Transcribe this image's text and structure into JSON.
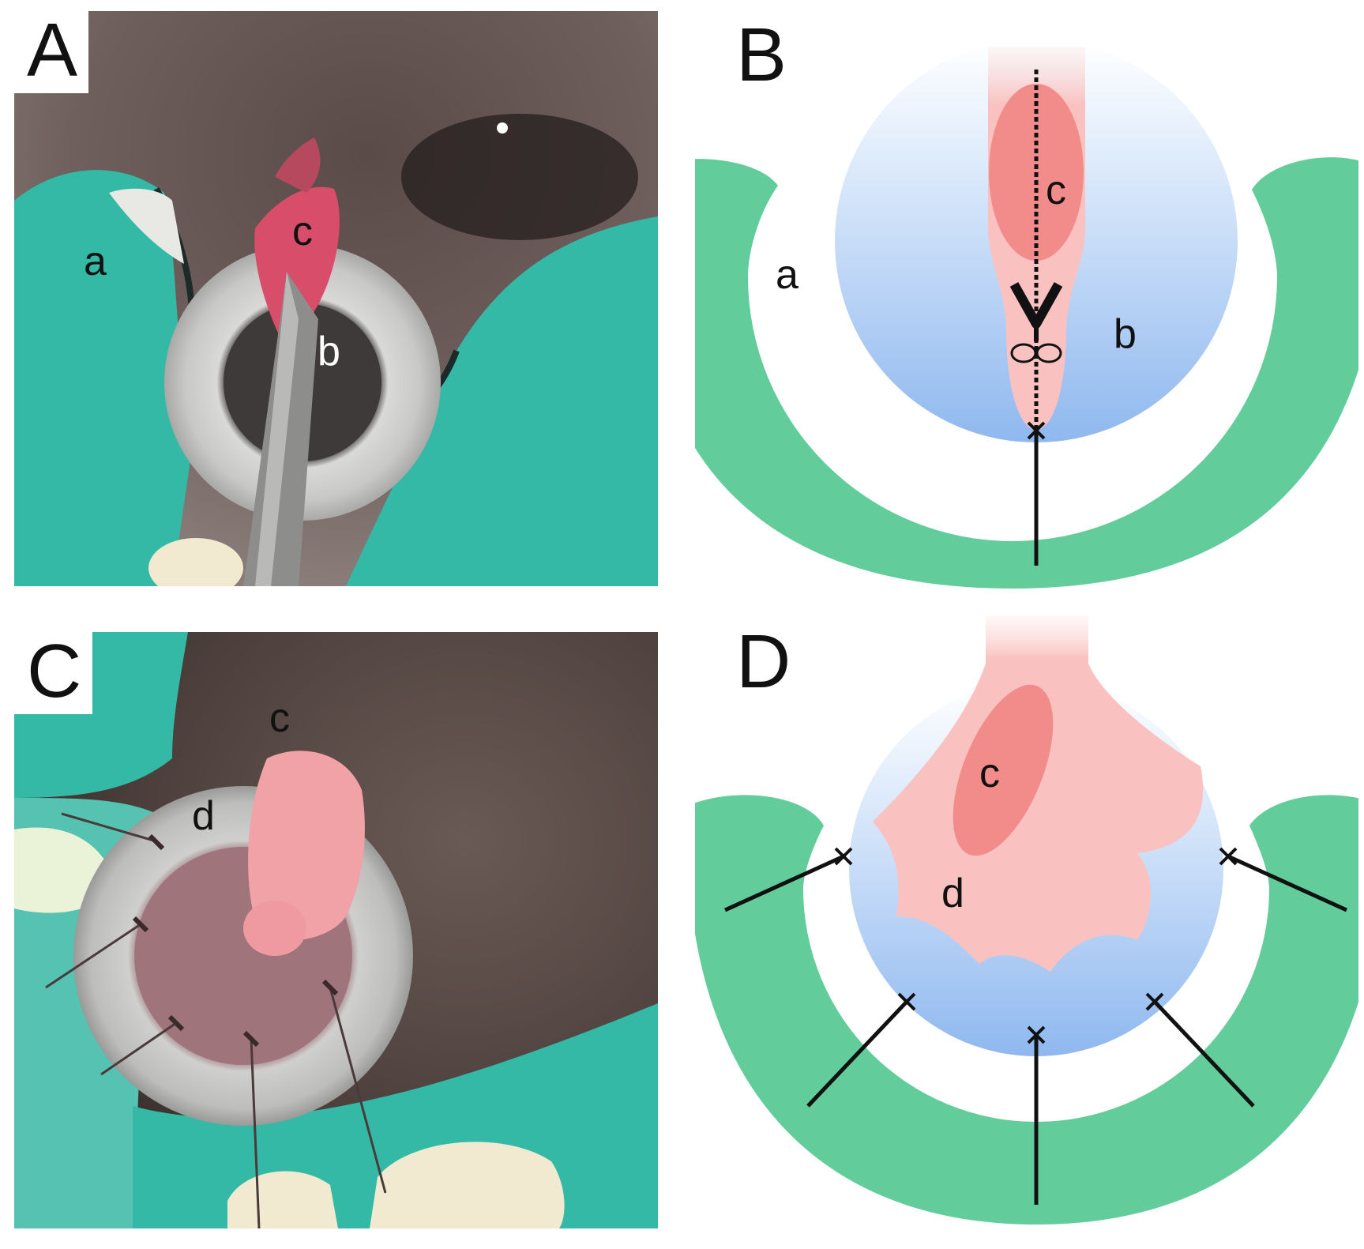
{
  "panels": {
    "a": {
      "letter": "A",
      "labels": {
        "a": "a",
        "b": "b",
        "c": "c"
      }
    },
    "b": {
      "letter": "B",
      "labels": {
        "a": "a",
        "b": "b",
        "c": "c"
      }
    },
    "c": {
      "letter": "C",
      "labels": {
        "c": "c",
        "d": "d"
      }
    },
    "d": {
      "letter": "D",
      "labels": {
        "c": "c",
        "d": "d"
      }
    }
  },
  "colors": {
    "drape_green": "#62cc9a",
    "photo_drape_teal": "#33b9a6",
    "tissue_pink": "#f9c2c0",
    "tissue_red": "#f28c8a",
    "well_blue": "#9fc4f2",
    "suture_black": "#111111"
  },
  "icons": {
    "cut_tool": "scissors-icon",
    "stitch": "suture-knot-icon"
  }
}
